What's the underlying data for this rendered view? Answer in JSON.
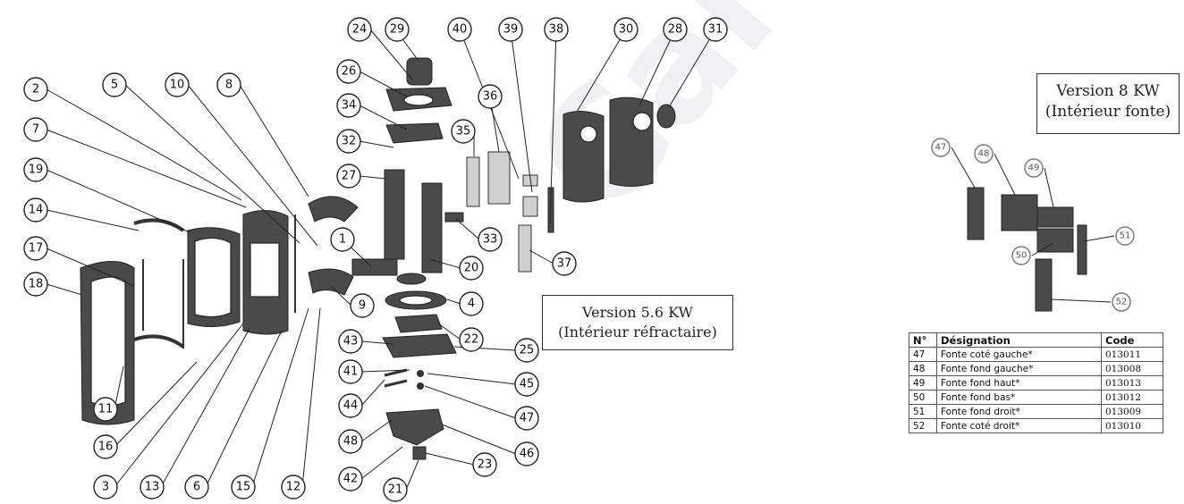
{
  "version_5": {
    "line1": "Version 5.6 KW",
    "line2": "(Intérieur réfractaire)"
  },
  "version_8": {
    "line1": "Version 8 KW",
    "line2": "(Intérieur fonte)"
  },
  "watermark": "Carre-L",
  "callouts_left": [
    "2",
    "5",
    "10",
    "8",
    "7",
    "19",
    "14",
    "17",
    "18",
    "11",
    "16",
    "3",
    "13",
    "6",
    "15",
    "12",
    "9",
    "1"
  ],
  "callouts_mid": [
    "24",
    "29",
    "40",
    "39",
    "38",
    "30",
    "28",
    "31",
    "26",
    "34",
    "36",
    "35",
    "32",
    "27",
    "33",
    "20",
    "4",
    "22",
    "25",
    "43",
    "41",
    "45",
    "44",
    "47",
    "48",
    "46",
    "42",
    "23",
    "21",
    "37"
  ],
  "callouts_right": [
    "47",
    "48",
    "49",
    "51",
    "50",
    "52"
  ],
  "table": {
    "headers": [
      "N°",
      "Désignation",
      "Code"
    ],
    "rows": [
      [
        "47",
        "Fonte coté gauche*",
        "013011"
      ],
      [
        "48",
        "Fonte  fond gauche*",
        "013008"
      ],
      [
        "49",
        "Fonte  fond haut*",
        "013013"
      ],
      [
        "50",
        "Fonte fond bas*",
        "013012"
      ],
      [
        "51",
        "Fonte  fond droit*",
        "013009"
      ],
      [
        "52",
        "Fonte  coté droit*",
        "013010"
      ]
    ]
  }
}
